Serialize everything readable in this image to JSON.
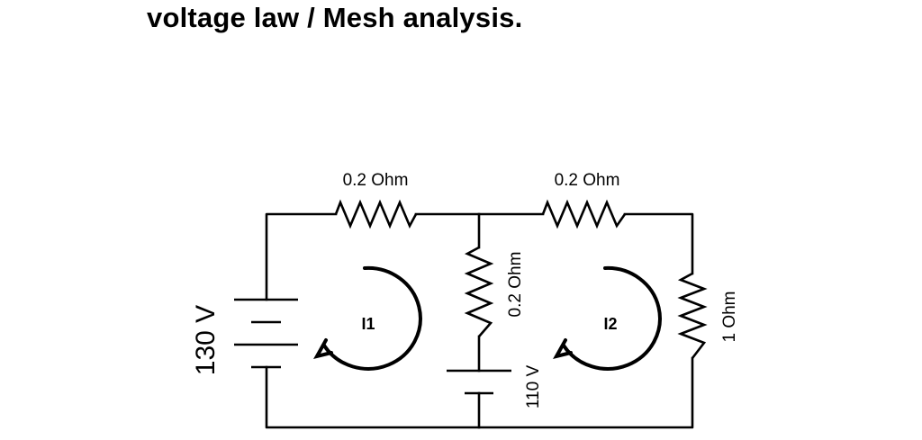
{
  "heading": "voltage law / Mesh analysis.",
  "diagram": {
    "labels": {
      "r_top_left": "0.2 Ohm",
      "r_top_right": "0.2 Ohm",
      "r_middle": "0.2 Ohm",
      "r_right": "1 Ohm",
      "source_left": "130 V",
      "source_middle": "110 V",
      "mesh_1": "I1",
      "mesh_2": "I2"
    }
  }
}
